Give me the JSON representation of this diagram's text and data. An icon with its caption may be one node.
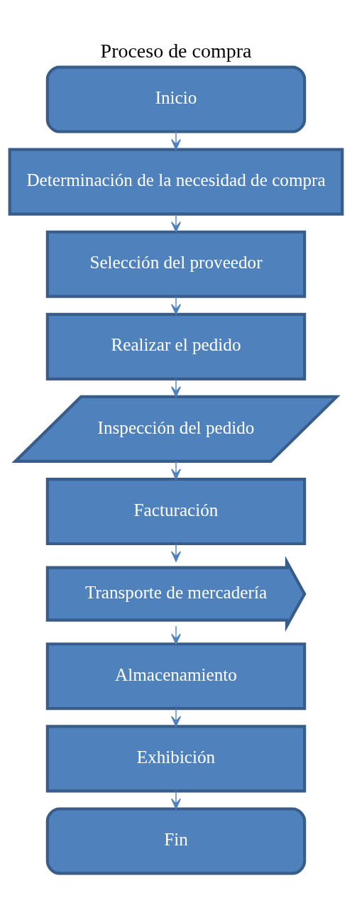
{
  "diagram": {
    "title": "Proceso de compra",
    "nodes": [
      {
        "text": [
          "Inicio"
        ]
      },
      {
        "text": [
          "Determinación de la necesidad de compra"
        ]
      },
      {
        "text": [
          "Selección del proveedor"
        ]
      },
      {
        "text": [
          "Realizar el pedido"
        ]
      },
      {
        "text": [
          "Inspección del pedido"
        ]
      },
      {
        "text": [
          "Facturación"
        ]
      },
      {
        "text": [
          "Transporte de mercadería"
        ]
      },
      {
        "text": [
          "Almacenamiento"
        ]
      },
      {
        "text": [
          "Exhibición"
        ]
      },
      {
        "text": [
          "Fin"
        ]
      }
    ],
    "edges": [
      {
        "from": 0,
        "to": 1,
        "arrow": "to"
      },
      {
        "from": 1,
        "to": 2,
        "arrow": "to"
      },
      {
        "from": 2,
        "to": 3,
        "arrow": "to"
      },
      {
        "from": 3,
        "to": 4,
        "arrow": "to"
      },
      {
        "from": 4,
        "to": 5,
        "arrow": "to"
      },
      {
        "from": 5,
        "to": 6,
        "arrow": "to"
      },
      {
        "from": 6,
        "to": 7,
        "arrow": "to"
      },
      {
        "from": 7,
        "to": 8,
        "arrow": "to"
      },
      {
        "from": 8,
        "to": 9,
        "arrow": "to"
      }
    ]
  }
}
